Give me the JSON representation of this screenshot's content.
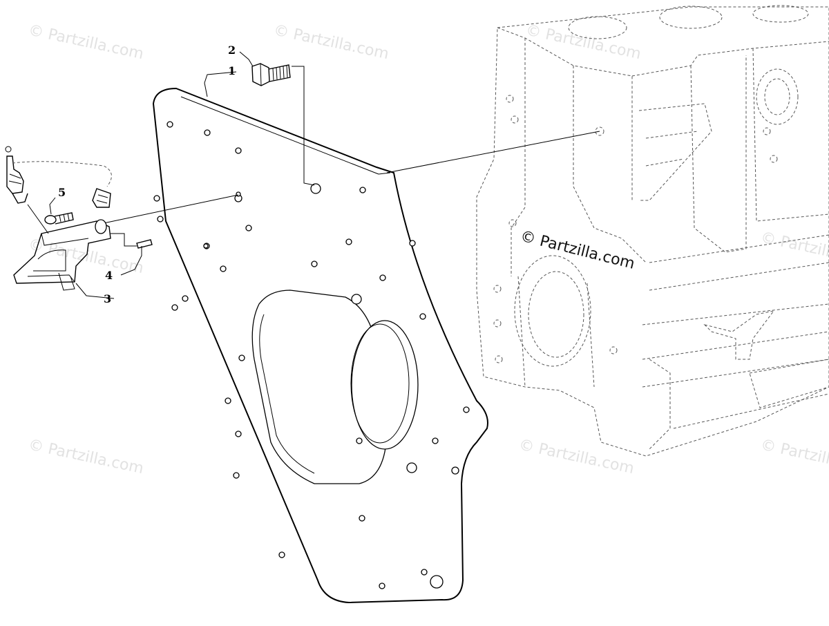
{
  "watermark": {
    "text": "© Partzilla.com",
    "main_text": "© Partzilla.com"
  },
  "callouts": {
    "c1": "1",
    "c2": "2",
    "c3": "3",
    "c4": "4",
    "c5": "5"
  },
  "parts": [
    {
      "ref": "1",
      "name": "flywheel-housing-plate"
    },
    {
      "ref": "2",
      "name": "bolt"
    },
    {
      "ref": "3",
      "name": "sensor-bracket"
    },
    {
      "ref": "4",
      "name": "pin"
    },
    {
      "ref": "5",
      "name": "screw"
    }
  ],
  "colors": {
    "line": "#000000",
    "watermark": "#e2e2e2",
    "background": "#ffffff"
  }
}
